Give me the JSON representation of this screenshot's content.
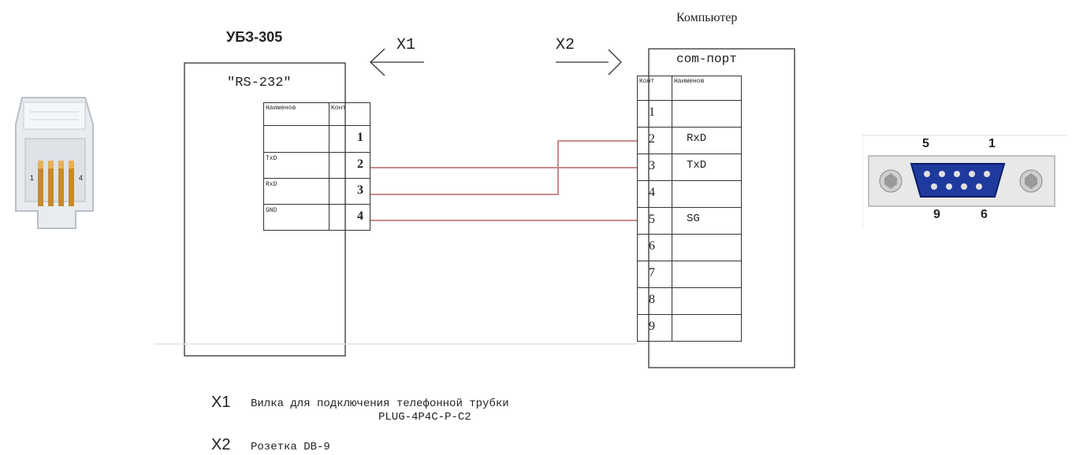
{
  "device": {
    "title": "УБЗ-305",
    "interface": "\"RS-232\"",
    "table_headers": {
      "name": "Наименов",
      "contact": "Конт"
    },
    "rows": [
      {
        "name": "",
        "pin": "1"
      },
      {
        "name": "TxD",
        "pin": "2"
      },
      {
        "name": "RxD",
        "pin": "3"
      },
      {
        "name": "GND",
        "pin": "4"
      }
    ]
  },
  "connectors": {
    "x1": "X1",
    "x2": "X2"
  },
  "computer": {
    "title": "Компьютер",
    "port": "com-порт",
    "table_headers": {
      "contact": "Конт",
      "name": "Наименов"
    },
    "rows": [
      {
        "pin": "1",
        "name": ""
      },
      {
        "pin": "2",
        "name": "RxD"
      },
      {
        "pin": "3",
        "name": "TxD"
      },
      {
        "pin": "4",
        "name": ""
      },
      {
        "pin": "5",
        "name": "SG"
      },
      {
        "pin": "6",
        "name": ""
      },
      {
        "pin": "7",
        "name": ""
      },
      {
        "pin": "8",
        "name": ""
      },
      {
        "pin": "9",
        "name": ""
      }
    ]
  },
  "rj_plug": {
    "pin_left": "1",
    "pin_right": "4"
  },
  "db9": {
    "top_left": "5",
    "top_right": "1",
    "bottom_left": "9",
    "bottom_right": "6"
  },
  "legend": {
    "x1_label": "X1",
    "x1_text": "Вилка для подключения телефонной трубки",
    "x1_part": "PLUG-4P4C-P-C2",
    "x2_label": "X2",
    "x2_text": "Розетка DB-9"
  },
  "colors": {
    "wire": "#c98a8a",
    "db9_shell": "#1f3a9e",
    "line": "#333333"
  }
}
